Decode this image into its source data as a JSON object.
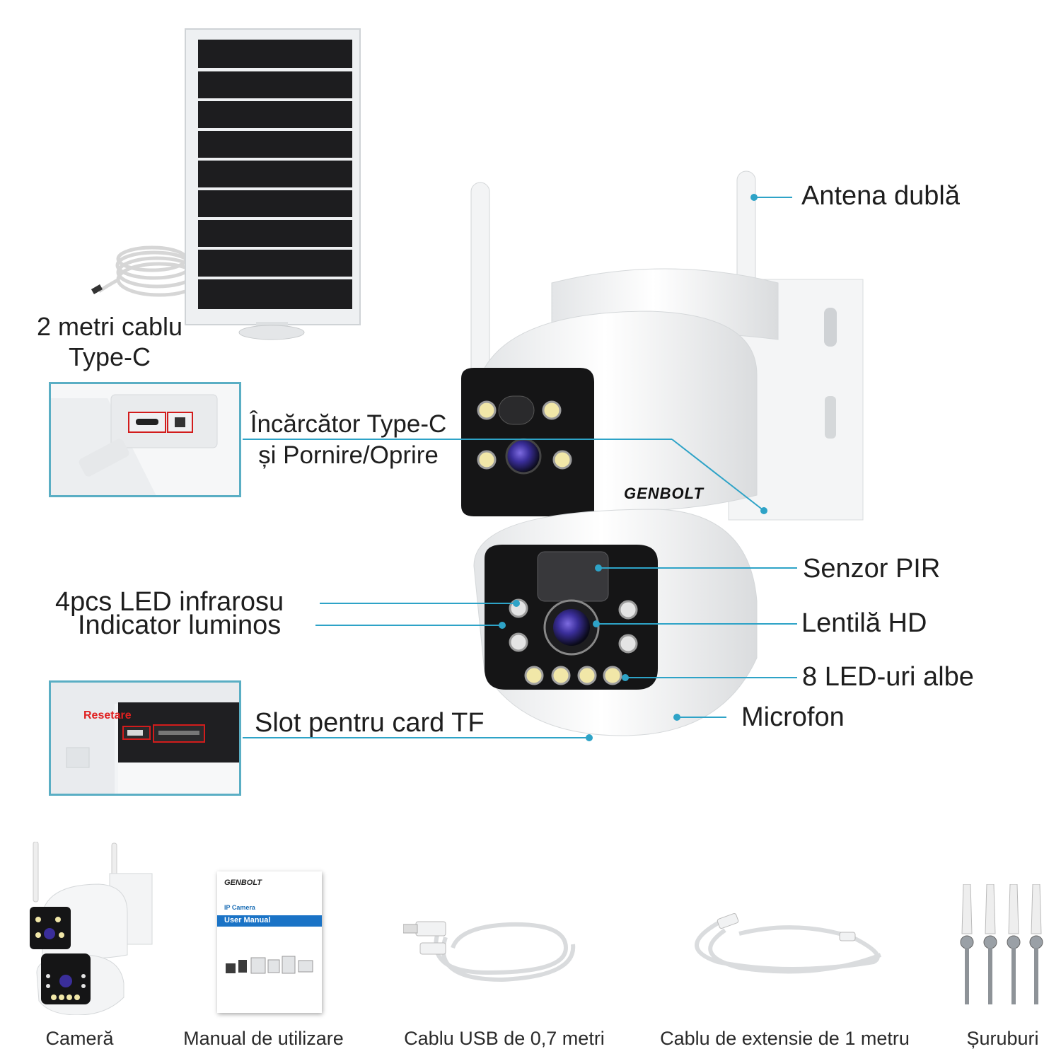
{
  "brand": "GENBOLT",
  "accent_color": "#2ea3c7",
  "labels": {
    "antenna": "Antena dublă",
    "charger_line1": "Încărcător Type-C",
    "charger_line2": "și Pornire/Oprire",
    "pir": "Senzor PIR",
    "ir_led": "4pcs LED infrarosu",
    "indicator": "Indicator luminos",
    "lens": "Lentilă HD",
    "white_leds": "8 LED-uri albe",
    "microphone": "Microfon",
    "tf_slot": "Slot pentru card TF",
    "cable_line1": "2 metri cablu",
    "cable_line2": "Type-C",
    "reset": "Resetare"
  },
  "manual": {
    "brand": "GENBOLT",
    "subtitle": "IP Camera",
    "title": "User Manual"
  },
  "accessories": [
    {
      "name": "Cameră",
      "icon": "camera-icon"
    },
    {
      "name": "Manual de utilizare",
      "icon": "manual-icon"
    },
    {
      "name": "Cablu USB de 0,7 metri",
      "icon": "usb-cable-icon"
    },
    {
      "name": "Cablu de extensie de 1 metru",
      "icon": "extension-cable-icon"
    },
    {
      "name": "Șuruburi",
      "icon": "screws-icon"
    }
  ]
}
